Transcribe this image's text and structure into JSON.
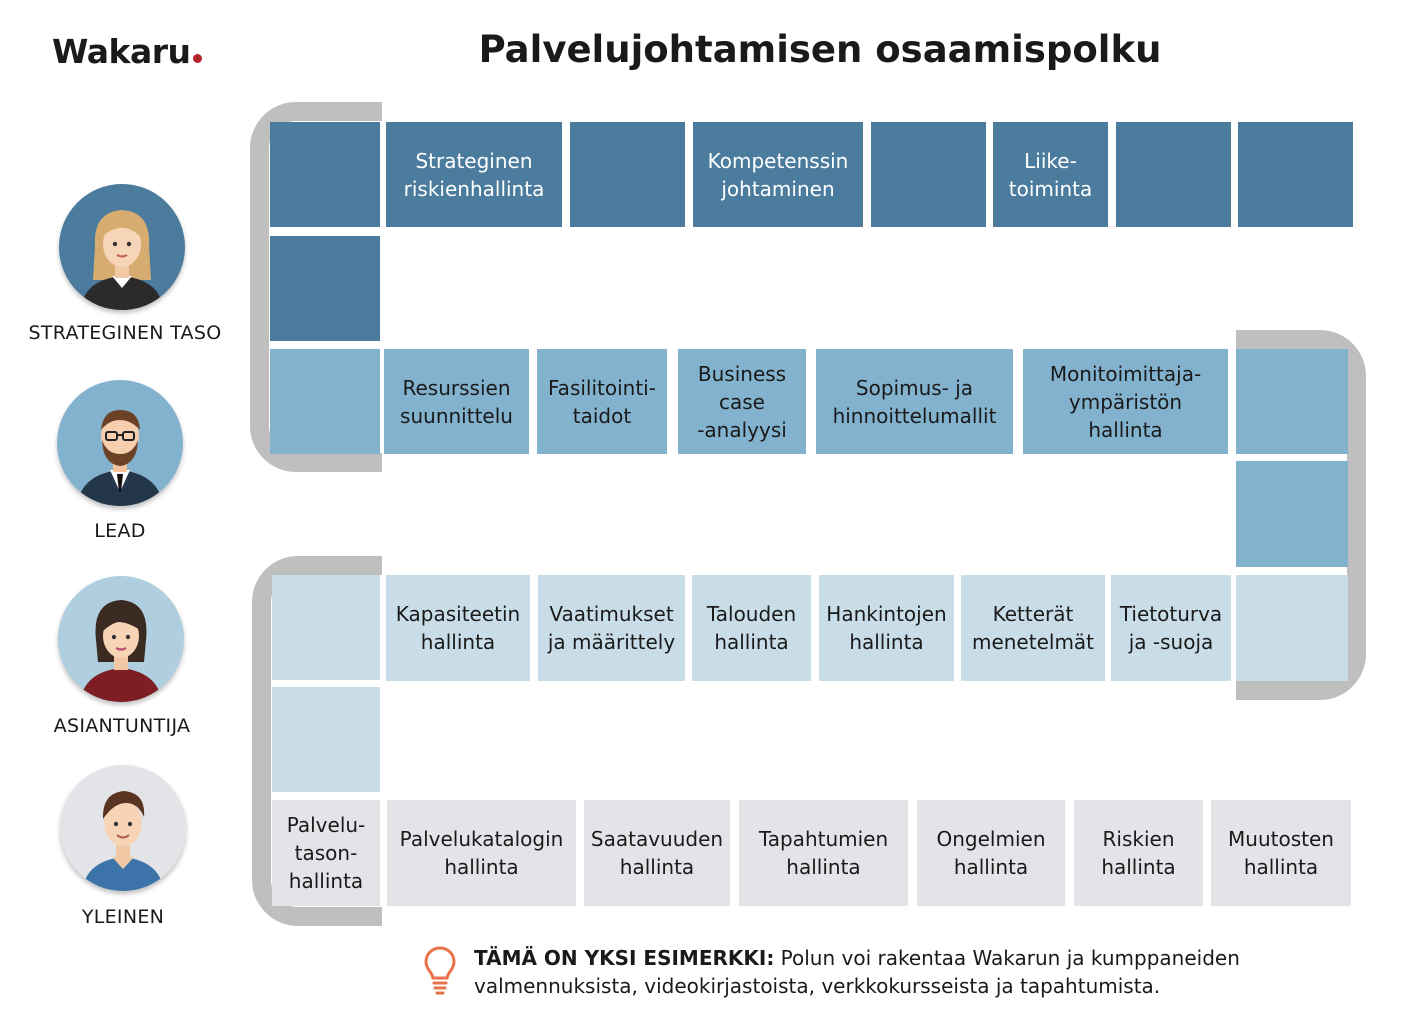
{
  "brand": {
    "name": "Wakaru",
    "dot_color": "#b2232b"
  },
  "title": "Palvelujohtamisen osaamispolku",
  "levels": [
    {
      "label": "STRATEGINEN TASO",
      "color": "#4b7c9e"
    },
    {
      "label": "LEAD",
      "color": "#82b2cd"
    },
    {
      "label": "ASIANTUNTIJA",
      "color": "#c9dde8"
    },
    {
      "label": "YLEINEN",
      "color": "#e3e4e8"
    }
  ],
  "rows": {
    "strategic": [
      "Strateginen\nriskienhallinta",
      "",
      "Kompetenssin\njohtaminen",
      "",
      "Liike-\ntoiminta",
      "",
      ""
    ],
    "lead": [
      "Resurssien\nsuunnittelu",
      "Fasilitointi-\ntaidot",
      "Business\ncase\n-analyysi",
      "Sopimus- ja\nhinnoittelumallit",
      "Monitoimittaja-\nympäristön\nhallinta"
    ],
    "expert": [
      "Kapasiteetin\nhallinta",
      "Vaatimukset\nja määrittely",
      "Talouden\nhallinta",
      "Hankintojen\nhallinta",
      "Ketterät\nmenetelmät",
      "Tietoturva\nja -suoja"
    ],
    "general": [
      "Palvelu-\ntason-\nhallinta",
      "Palvelukatalogin\nhallinta",
      "Saatavuuden\nhallinta",
      "Tapahtumien\nhallinta",
      "Ongelmien\nhallinta",
      "Riskien\nhallinta",
      "Muutosten\nhallinta"
    ]
  },
  "note": {
    "bold": "TÄMÄ ON YKSI ESIMERKKI:",
    "text": " Polun voi rakentaa Wakarun ja kumppaneiden valmennuksista, videokirjastoista, verkkokursseista ja tapahtumista.",
    "icon": "lightbulb-icon",
    "icon_color": "#e8734a"
  }
}
